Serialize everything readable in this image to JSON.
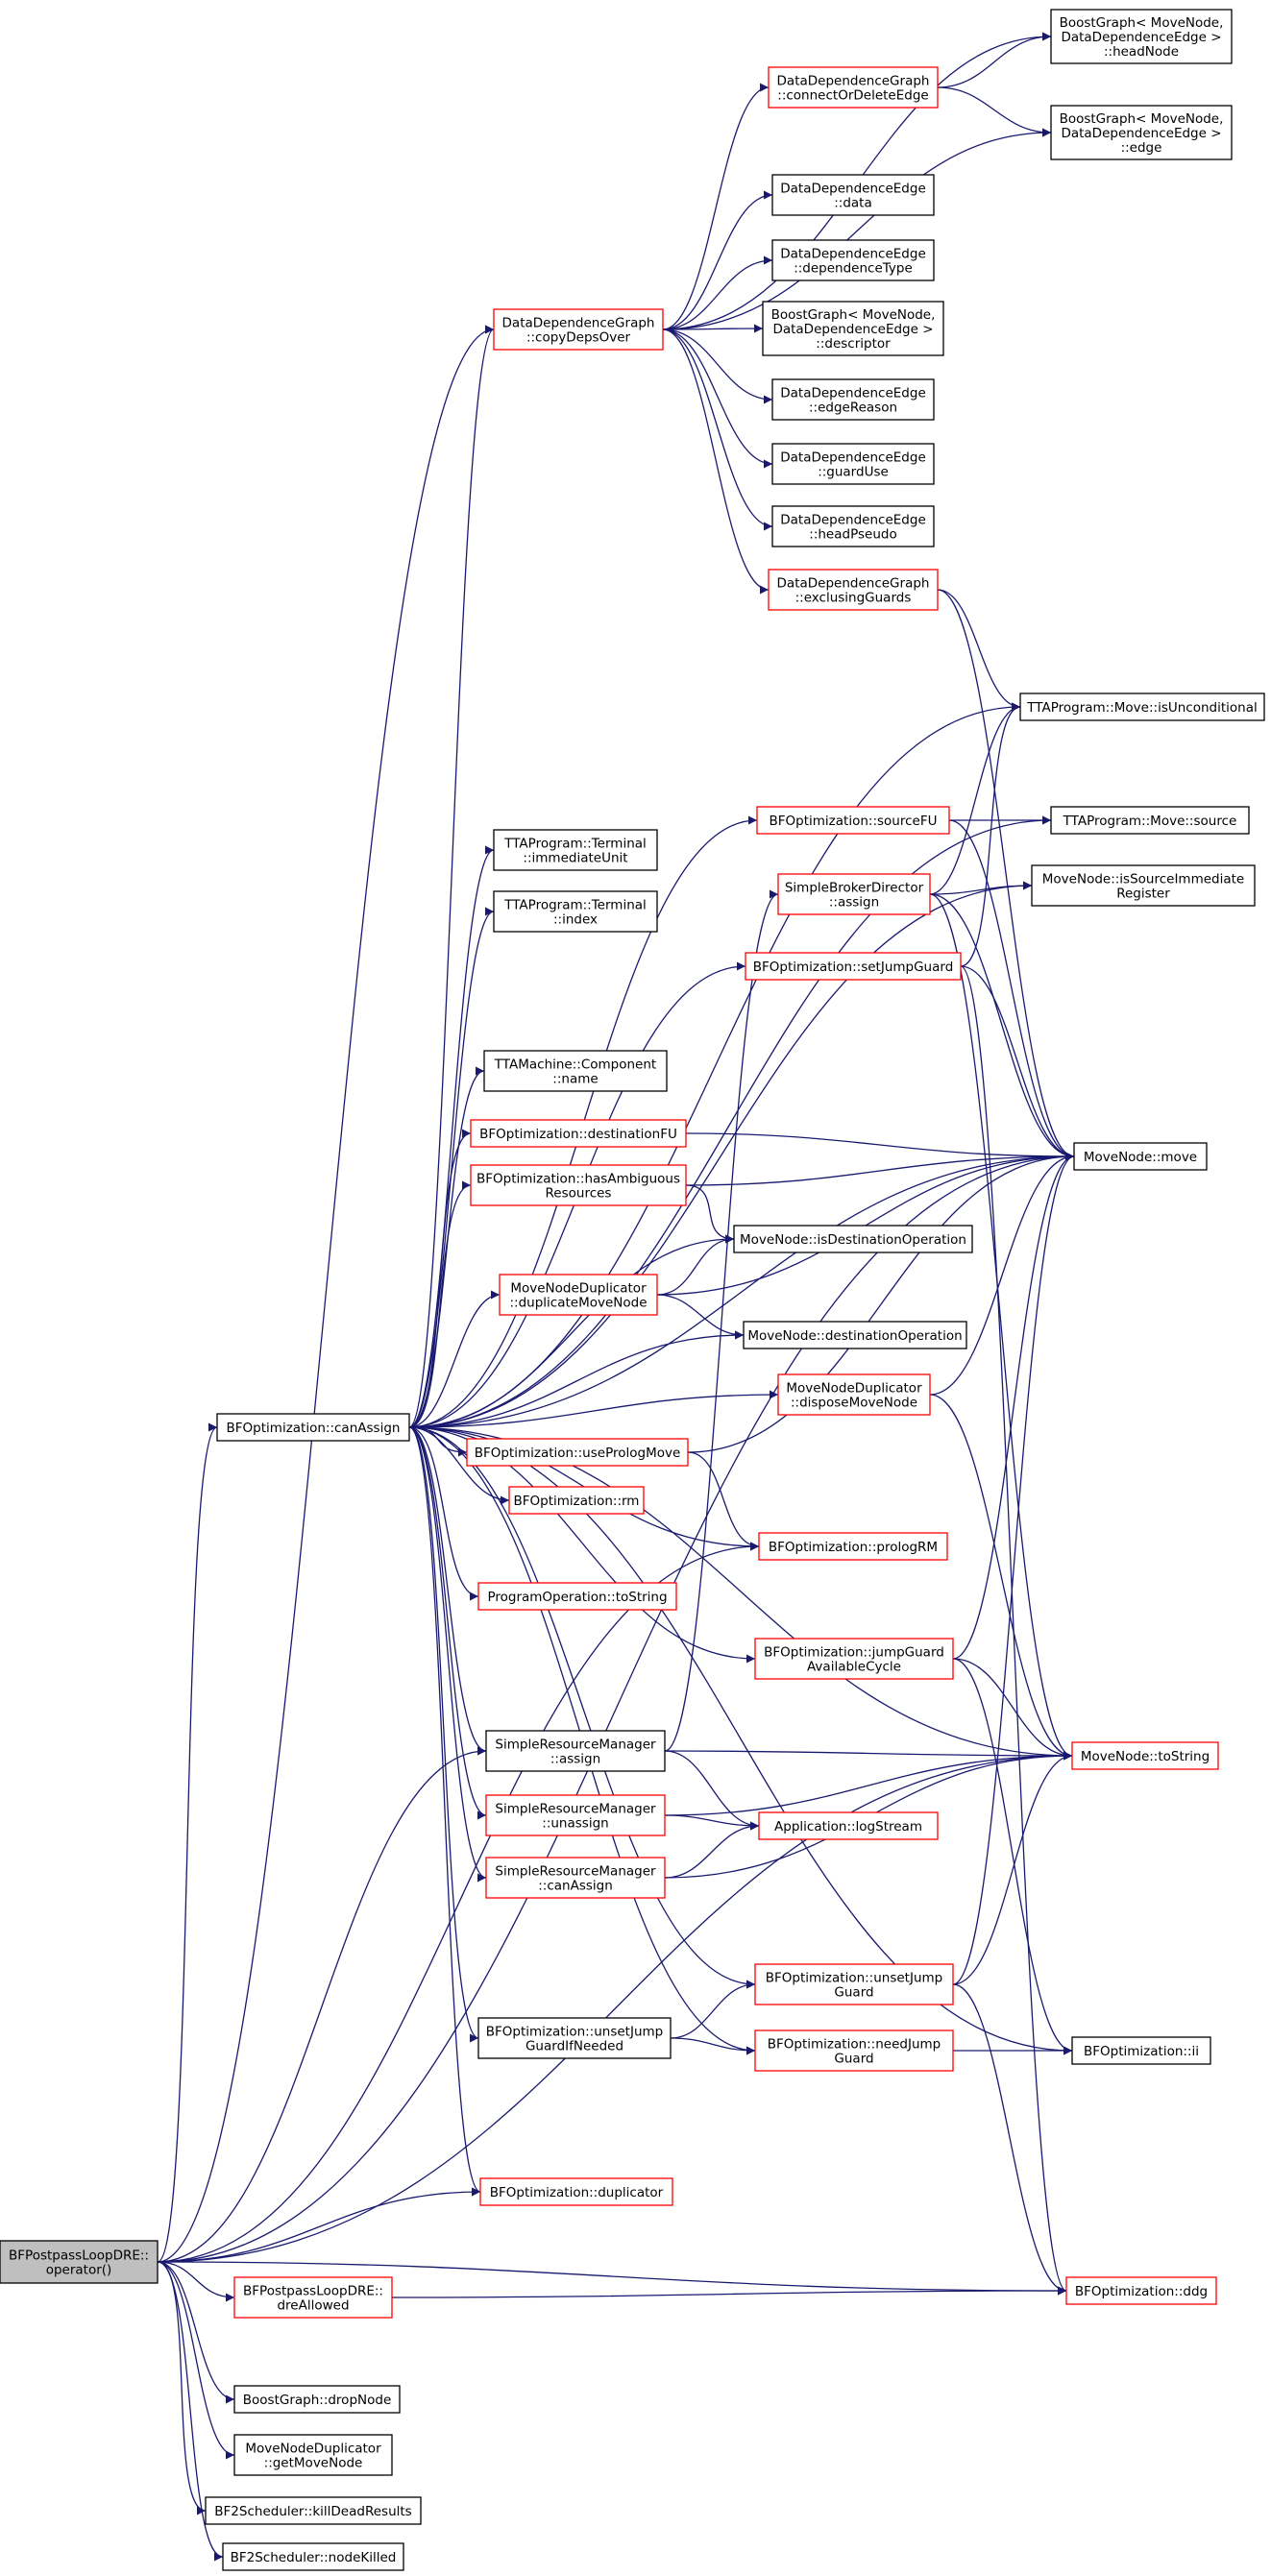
{
  "colors": {
    "edge": "#191970",
    "red_border": "#ff0000",
    "black_border": "#000000",
    "root_fill": "#bfbfbf"
  },
  "nodes": [
    {
      "id": "root",
      "lines": [
        "BFPostpassLoopDRE::",
        "operator()"
      ],
      "style": "root"
    },
    {
      "id": "canAssign",
      "lines": [
        "BFOptimization::canAssign"
      ],
      "style": "black"
    },
    {
      "id": "copyDepsOver",
      "lines": [
        "DataDependenceGraph",
        "::copyDepsOver"
      ],
      "style": "red"
    },
    {
      "id": "connectOrDeleteEdge",
      "lines": [
        "DataDependenceGraph",
        "::connectOrDeleteEdge"
      ],
      "style": "red"
    },
    {
      "id": "headNode",
      "lines": [
        "BoostGraph< MoveNode,",
        "DataDependenceEdge >",
        "::headNode"
      ],
      "style": "black"
    },
    {
      "id": "edge",
      "lines": [
        "BoostGraph< MoveNode,",
        "DataDependenceEdge >",
        "::edge"
      ],
      "style": "black"
    },
    {
      "id": "dde_data",
      "lines": [
        "DataDependenceEdge",
        "::data"
      ],
      "style": "black"
    },
    {
      "id": "dde_depType",
      "lines": [
        "DataDependenceEdge",
        "::dependenceType"
      ],
      "style": "black"
    },
    {
      "id": "descriptor",
      "lines": [
        "BoostGraph< MoveNode,",
        "DataDependenceEdge >",
        "::descriptor"
      ],
      "style": "black"
    },
    {
      "id": "edgeReason",
      "lines": [
        "DataDependenceEdge",
        "::edgeReason"
      ],
      "style": "black"
    },
    {
      "id": "guardUse",
      "lines": [
        "DataDependenceEdge",
        "::guardUse"
      ],
      "style": "black"
    },
    {
      "id": "headPseudo",
      "lines": [
        "DataDependenceEdge",
        "::headPseudo"
      ],
      "style": "black"
    },
    {
      "id": "exclusingGuards",
      "lines": [
        "DataDependenceGraph",
        "::exclusingGuards"
      ],
      "style": "red"
    },
    {
      "id": "isUnconditional",
      "lines": [
        "TTAProgram::Move::isUnconditional"
      ],
      "style": "black"
    },
    {
      "id": "sourceFU",
      "lines": [
        "BFOptimization::sourceFU"
      ],
      "style": "red"
    },
    {
      "id": "moveSource",
      "lines": [
        "TTAProgram::Move::source"
      ],
      "style": "black"
    },
    {
      "id": "immediateUnit",
      "lines": [
        "TTAProgram::Terminal",
        "::immediateUnit"
      ],
      "style": "black"
    },
    {
      "id": "terminalIndex",
      "lines": [
        "TTAProgram::Terminal",
        "::index"
      ],
      "style": "black"
    },
    {
      "id": "sbdAssign",
      "lines": [
        "SimpleBrokerDirector",
        "::assign"
      ],
      "style": "red"
    },
    {
      "id": "isSourceImmReg",
      "lines": [
        "MoveNode::isSourceImmediate",
        "Register"
      ],
      "style": "black"
    },
    {
      "id": "setJumpGuard",
      "lines": [
        "BFOptimization::setJumpGuard"
      ],
      "style": "red"
    },
    {
      "id": "componentName",
      "lines": [
        "TTAMachine::Component",
        "::name"
      ],
      "style": "black"
    },
    {
      "id": "destinationFU",
      "lines": [
        "BFOptimization::destinationFU"
      ],
      "style": "red"
    },
    {
      "id": "mnMove",
      "lines": [
        "MoveNode::move"
      ],
      "style": "black"
    },
    {
      "id": "hasAmbiguous",
      "lines": [
        "BFOptimization::hasAmbiguous",
        "Resources"
      ],
      "style": "red"
    },
    {
      "id": "isDestOp",
      "lines": [
        "MoveNode::isDestinationOperation"
      ],
      "style": "black"
    },
    {
      "id": "duplicateMoveNode",
      "lines": [
        "MoveNodeDuplicator",
        "::duplicateMoveNode"
      ],
      "style": "red"
    },
    {
      "id": "destOp",
      "lines": [
        "MoveNode::destinationOperation"
      ],
      "style": "black"
    },
    {
      "id": "disposeMoveNode",
      "lines": [
        "MoveNodeDuplicator",
        "::disposeMoveNode"
      ],
      "style": "red"
    },
    {
      "id": "usePrologMove",
      "lines": [
        "BFOptimization::usePrologMove"
      ],
      "style": "red"
    },
    {
      "id": "rm",
      "lines": [
        "BFOptimization::rm"
      ],
      "style": "red"
    },
    {
      "id": "prologRM",
      "lines": [
        "BFOptimization::prologRM"
      ],
      "style": "red"
    },
    {
      "id": "poToString",
      "lines": [
        "ProgramOperation::toString"
      ],
      "style": "red"
    },
    {
      "id": "jumpGuardAvail",
      "lines": [
        "BFOptimization::jumpGuard",
        "AvailableCycle"
      ],
      "style": "red"
    },
    {
      "id": "srmAssign",
      "lines": [
        "SimpleResourceManager",
        "::assign"
      ],
      "style": "black"
    },
    {
      "id": "mnToString",
      "lines": [
        "MoveNode::toString"
      ],
      "style": "red"
    },
    {
      "id": "srmUnassign",
      "lines": [
        "SimpleResourceManager",
        "::unassign"
      ],
      "style": "red"
    },
    {
      "id": "logStream",
      "lines": [
        "Application::logStream"
      ],
      "style": "red"
    },
    {
      "id": "srmCanAssign",
      "lines": [
        "SimpleResourceManager",
        "::canAssign"
      ],
      "style": "red"
    },
    {
      "id": "unsetJumpGuard",
      "lines": [
        "BFOptimization::unsetJump",
        "Guard"
      ],
      "style": "red"
    },
    {
      "id": "unsetJumpGuardIfNeeded",
      "lines": [
        "BFOptimization::unsetJump",
        "GuardIfNeeded"
      ],
      "style": "black"
    },
    {
      "id": "needJumpGuard",
      "lines": [
        "BFOptimization::needJump",
        "Guard"
      ],
      "style": "red"
    },
    {
      "id": "ii",
      "lines": [
        "BFOptimization::ii"
      ],
      "style": "black"
    },
    {
      "id": "duplicator",
      "lines": [
        "BFOptimization::duplicator"
      ],
      "style": "red"
    },
    {
      "id": "dreAllowed",
      "lines": [
        "BFPostpassLoopDRE::",
        "dreAllowed"
      ],
      "style": "red"
    },
    {
      "id": "ddg",
      "lines": [
        "BFOptimization::ddg"
      ],
      "style": "red"
    },
    {
      "id": "dropNode",
      "lines": [
        "BoostGraph::dropNode"
      ],
      "style": "black"
    },
    {
      "id": "getMoveNode",
      "lines": [
        "MoveNodeDuplicator",
        "::getMoveNode"
      ],
      "style": "black"
    },
    {
      "id": "killDeadResults",
      "lines": [
        "BF2Scheduler::killDeadResults"
      ],
      "style": "black"
    },
    {
      "id": "nodeKilled",
      "lines": [
        "BF2Scheduler::nodeKilled"
      ],
      "style": "black"
    }
  ],
  "edges": [
    [
      "root",
      "copyDepsOver"
    ],
    [
      "root",
      "canAssign"
    ],
    [
      "root",
      "prologRM"
    ],
    [
      "root",
      "srmAssign"
    ],
    [
      "root",
      "mnToString"
    ],
    [
      "root",
      "duplicator"
    ],
    [
      "root",
      "mnMove"
    ],
    [
      "root",
      "dreAllowed"
    ],
    [
      "root",
      "ddg"
    ],
    [
      "root",
      "dropNode"
    ],
    [
      "root",
      "getMoveNode"
    ],
    [
      "root",
      "killDeadResults"
    ],
    [
      "root",
      "nodeKilled"
    ],
    [
      "copyDepsOver",
      "headNode"
    ],
    [
      "copyDepsOver",
      "connectOrDeleteEdge"
    ],
    [
      "copyDepsOver",
      "edge"
    ],
    [
      "copyDepsOver",
      "dde_data"
    ],
    [
      "copyDepsOver",
      "dde_depType"
    ],
    [
      "copyDepsOver",
      "descriptor"
    ],
    [
      "copyDepsOver",
      "edgeReason"
    ],
    [
      "copyDepsOver",
      "guardUse"
    ],
    [
      "copyDepsOver",
      "headPseudo"
    ],
    [
      "copyDepsOver",
      "exclusingGuards"
    ],
    [
      "connectOrDeleteEdge",
      "headNode"
    ],
    [
      "connectOrDeleteEdge",
      "edge"
    ],
    [
      "exclusingGuards",
      "isUnconditional"
    ],
    [
      "exclusingGuards",
      "mnMove"
    ],
    [
      "canAssign",
      "copyDepsOver"
    ],
    [
      "canAssign",
      "isUnconditional"
    ],
    [
      "canAssign",
      "moveSource"
    ],
    [
      "canAssign",
      "isSourceImmReg"
    ],
    [
      "canAssign",
      "sourceFU"
    ],
    [
      "canAssign",
      "immediateUnit"
    ],
    [
      "canAssign",
      "terminalIndex"
    ],
    [
      "canAssign",
      "setJumpGuard"
    ],
    [
      "canAssign",
      "componentName"
    ],
    [
      "canAssign",
      "destinationFU"
    ],
    [
      "canAssign",
      "mnMove"
    ],
    [
      "canAssign",
      "hasAmbiguous"
    ],
    [
      "canAssign",
      "isDestOp"
    ],
    [
      "canAssign",
      "duplicateMoveNode"
    ],
    [
      "canAssign",
      "destOp"
    ],
    [
      "canAssign",
      "disposeMoveNode"
    ],
    [
      "canAssign",
      "usePrologMove"
    ],
    [
      "canAssign",
      "rm"
    ],
    [
      "canAssign",
      "prologRM"
    ],
    [
      "canAssign",
      "poToString"
    ],
    [
      "canAssign",
      "jumpGuardAvail"
    ],
    [
      "canAssign",
      "srmAssign"
    ],
    [
      "canAssign",
      "srmUnassign"
    ],
    [
      "canAssign",
      "srmCanAssign"
    ],
    [
      "canAssign",
      "mnToString"
    ],
    [
      "canAssign",
      "unsetJumpGuard"
    ],
    [
      "canAssign",
      "unsetJumpGuardIfNeeded"
    ],
    [
      "canAssign",
      "needJumpGuard"
    ],
    [
      "canAssign",
      "ii"
    ],
    [
      "canAssign",
      "duplicator"
    ],
    [
      "sourceFU",
      "moveSource"
    ],
    [
      "sourceFU",
      "mnMove"
    ],
    [
      "sbdAssign",
      "isUnconditional"
    ],
    [
      "sbdAssign",
      "isSourceImmReg"
    ],
    [
      "sbdAssign",
      "mnMove"
    ],
    [
      "sbdAssign",
      "mnToString"
    ],
    [
      "setJumpGuard",
      "isUnconditional"
    ],
    [
      "setJumpGuard",
      "mnMove"
    ],
    [
      "setJumpGuard",
      "ddg"
    ],
    [
      "destinationFU",
      "mnMove"
    ],
    [
      "hasAmbiguous",
      "mnMove"
    ],
    [
      "hasAmbiguous",
      "isDestOp"
    ],
    [
      "duplicateMoveNode",
      "isDestOp"
    ],
    [
      "duplicateMoveNode",
      "mnMove"
    ],
    [
      "duplicateMoveNode",
      "destOp"
    ],
    [
      "disposeMoveNode",
      "mnMove"
    ],
    [
      "disposeMoveNode",
      "mnToString"
    ],
    [
      "usePrologMove",
      "mnMove"
    ],
    [
      "usePrologMove",
      "prologRM"
    ],
    [
      "jumpGuardAvail",
      "mnMove"
    ],
    [
      "jumpGuardAvail",
      "mnToString"
    ],
    [
      "jumpGuardAvail",
      "ii"
    ],
    [
      "srmAssign",
      "sbdAssign"
    ],
    [
      "srmAssign",
      "mnToString"
    ],
    [
      "srmAssign",
      "logStream"
    ],
    [
      "srmUnassign",
      "mnToString"
    ],
    [
      "srmUnassign",
      "logStream"
    ],
    [
      "srmCanAssign",
      "logStream"
    ],
    [
      "srmCanAssign",
      "mnToString"
    ],
    [
      "unsetJumpGuard",
      "mnMove"
    ],
    [
      "unsetJumpGuard",
      "mnToString"
    ],
    [
      "unsetJumpGuard",
      "ddg"
    ],
    [
      "unsetJumpGuardIfNeeded",
      "unsetJumpGuard"
    ],
    [
      "unsetJumpGuardIfNeeded",
      "needJumpGuard"
    ],
    [
      "needJumpGuard",
      "ii"
    ],
    [
      "dreAllowed",
      "ddg"
    ]
  ]
}
